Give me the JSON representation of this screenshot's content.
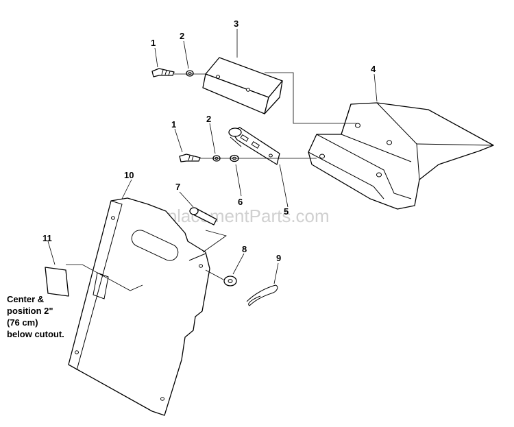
{
  "watermark": "eReplacementParts.com",
  "callouts": {
    "c1a": "1",
    "c2a": "2",
    "c3": "3",
    "c4": "4",
    "c1b": "1",
    "c2b": "2",
    "c10": "10",
    "c7": "7",
    "c6": "6",
    "c5": "5",
    "c11": "11",
    "c8": "8",
    "c9": "9"
  },
  "note": {
    "line1": "Center &",
    "line2": "position 2\"",
    "line3": "(76 cm)",
    "line4": "below cutout."
  }
}
